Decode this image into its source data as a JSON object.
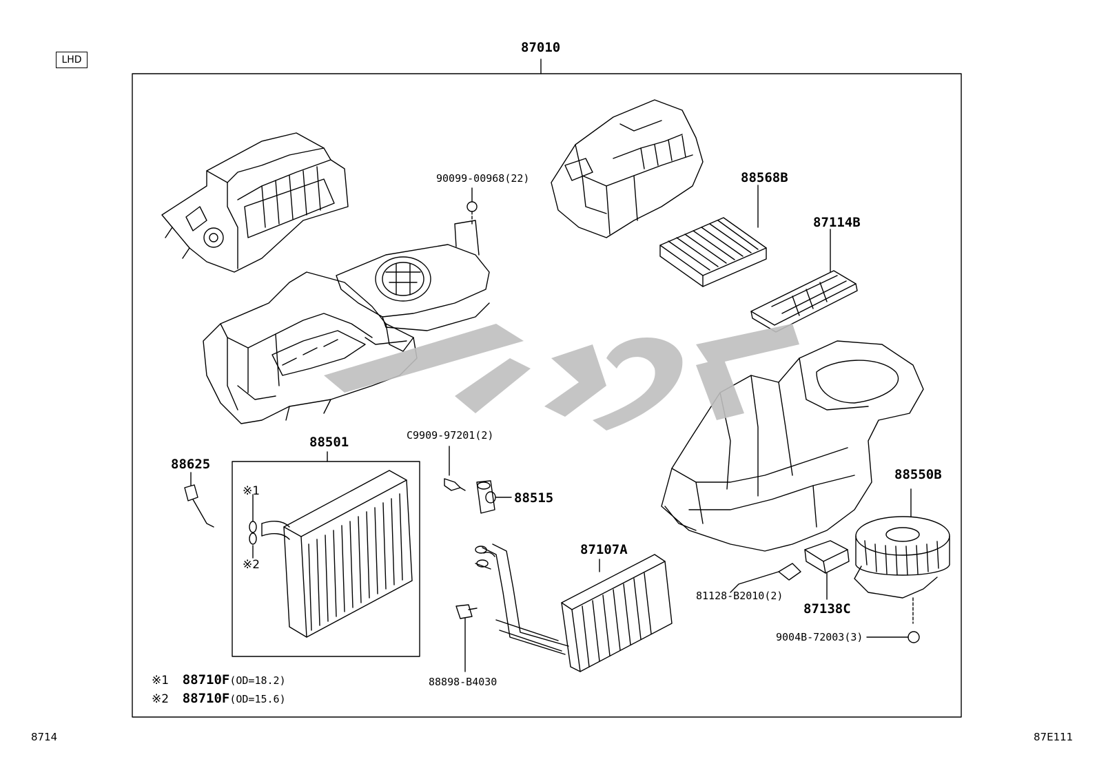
{
  "badge": "LHD",
  "assembly_number": "87010",
  "page_id_left": "8714",
  "page_id_right": "87E111",
  "callouts": {
    "screw_90099": "90099-00968(22)",
    "filter": "88568B",
    "filter_cover": "87114B",
    "evaporator_block": "88501",
    "thermistor": "88625",
    "screw_c9909": "C9909-97201(2)",
    "expansion_valve": "88515",
    "heater_core": "87107A",
    "blower_motor": "88550B",
    "clip_81128": "81128-B2010(2)",
    "resistor": "87138C",
    "screw_9004b": "9004B-72003(3)",
    "clamp": "88898-B4030",
    "ring_mark_1": "※1",
    "ring_mark_2": "※2"
  },
  "notes": [
    {
      "mark": "※1",
      "part": "88710F",
      "spec": "(OD=18.2)"
    },
    {
      "mark": "※2",
      "part": "88710F",
      "spec": "(OD=15.6)"
    }
  ]
}
